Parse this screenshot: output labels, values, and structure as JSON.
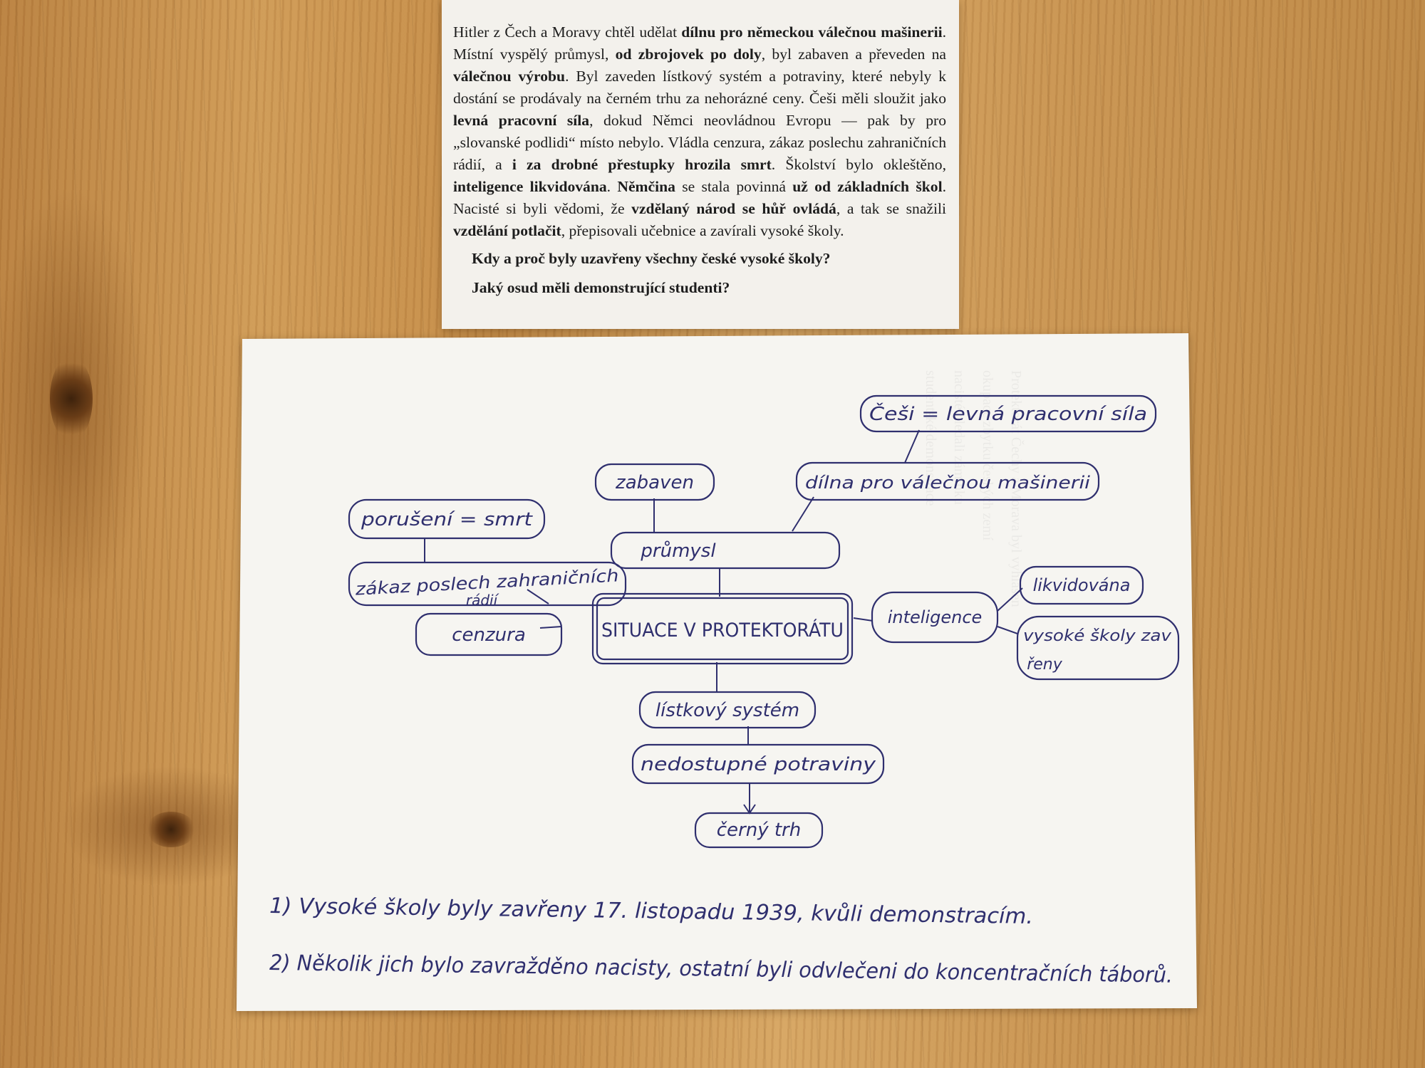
{
  "printed_text": {
    "segments": [
      {
        "text": "Hitler z Čech a Moravy chtěl udělat ",
        "bold": false
      },
      {
        "text": "dílnu pro německou válečnou mašinerii",
        "bold": true
      },
      {
        "text": ". Místní vyspělý průmysl, ",
        "bold": false
      },
      {
        "text": "od zbrojovek po doly",
        "bold": true
      },
      {
        "text": ", byl zabaven a převeden na ",
        "bold": false
      },
      {
        "text": "válečnou výrobu",
        "bold": true
      },
      {
        "text": ". Byl zaveden lístkový systém a potraviny, které nebyly k dostání se prodávaly na černém trhu za nehorázné ceny. Češi měli sloužit jako ",
        "bold": false
      },
      {
        "text": "levná pracovní síla",
        "bold": true
      },
      {
        "text": ", dokud Němci neovládnou Evropu — pak by pro „slovanské podlidi“ místo nebylo. Vládla cenzura, zákaz poslechu zahraničních rádií, a ",
        "bold": false
      },
      {
        "text": "i za drobné přestupky hrozila smrt",
        "bold": true
      },
      {
        "text": ". Školství bylo okleštěno, ",
        "bold": false
      },
      {
        "text": "inteligence likvidována",
        "bold": true
      },
      {
        "text": ". ",
        "bold": false
      },
      {
        "text": "Němčina",
        "bold": true
      },
      {
        "text": " se stala povinná ",
        "bold": false
      },
      {
        "text": "už od základních škol",
        "bold": true
      },
      {
        "text": ". Nacisté si byli vědomi, že ",
        "bold": false
      },
      {
        "text": "vzdělaný národ se hůř ovládá",
        "bold": true
      },
      {
        "text": ", a tak se snažili ",
        "bold": false
      },
      {
        "text": "vzdělání potlačit",
        "bold": true
      },
      {
        "text": ", přepisovali učebnice a zavírali vysoké školy.",
        "bold": false
      }
    ],
    "question_1": "Kdy a proč byly uzavřeny všechny české vysoké školy?",
    "question_2": "Jaký osud měli demonstrující studenti?"
  },
  "mind_map": {
    "center": "SITUACE V PROTEKTORÁTU",
    "nodes": {
      "cesi": "Češi = levná pracovní síla",
      "dilna": "dílna pro válečnou mašinerii",
      "zabaven": "zabaven",
      "prumysl": "průmysl",
      "poruseni": "porušení = smrt",
      "zakaz_line1": "zákaz poslech zahraničních",
      "zakaz_line2": "rádií",
      "cenzura": "cenzura",
      "inteligence": "inteligence",
      "likvidovana": "likvidována",
      "vysoke_line1": "vysoké školy zav",
      "vysoke_line2": "řeny",
      "listkovy": "lístkový systém",
      "nedostupne": "nedostupné potraviny",
      "cerny_trh": "černý trh"
    }
  },
  "answers": {
    "answer_1": "1) Vysoké školy byly zavřeny 17. listopadu 1939, kvůli demonstracím.",
    "answer_2": "2) Několik jich bylo zavražděno nacisty, ostatní byli odvlečeni do koncentračních táborů."
  },
  "colors": {
    "ink": "#2f2f6e",
    "paper": "#f6f5f1",
    "printed_paper": "#f3f1ec",
    "wood": "#cf9a55"
  }
}
